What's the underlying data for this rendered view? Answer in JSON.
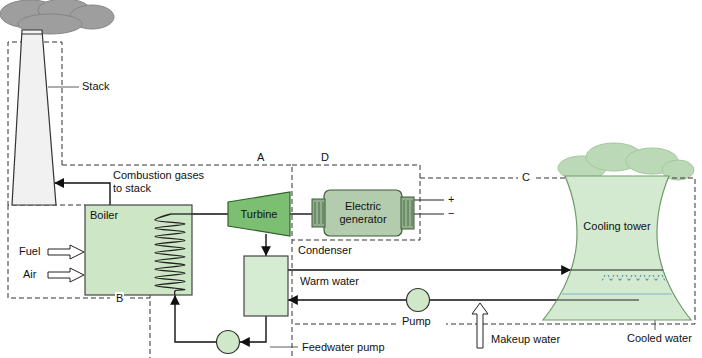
{
  "diagram": {
    "nodes": [
      {
        "text": [
          "Stack"
        ]
      },
      {
        "text": [
          "Boiler"
        ]
      },
      {
        "text": [
          "Turbine"
        ]
      },
      {
        "text": [
          "Electric generator"
        ]
      },
      {
        "text": [
          "Condenser"
        ]
      },
      {
        "text": [
          "Cooling tower"
        ]
      },
      {
        "text": [
          "Pump"
        ]
      },
      {
        "text": [
          "Feedwater pump"
        ]
      }
    ],
    "edges": [
      {
        "from": 1,
        "to": 0,
        "arrow": "to",
        "label": "Combustion gases to stack"
      },
      {
        "from": 1,
        "to": 2,
        "arrow": "none"
      },
      {
        "from": 2,
        "to": 3,
        "arrow": "none"
      },
      {
        "from": 2,
        "to": 4,
        "arrow": "to"
      },
      {
        "from": 4,
        "to": 5,
        "arrow": "to",
        "label": "Warm water"
      },
      {
        "from": 5,
        "to": 6,
        "arrow": "none"
      },
      {
        "from": 6,
        "to": 4,
        "arrow": "to"
      },
      {
        "from": 4,
        "to": 7,
        "arrow": "to"
      },
      {
        "from": 7,
        "to": 1,
        "arrow": "to"
      }
    ],
    "labels": [
      "A",
      "D",
      "C",
      "B",
      "Fuel",
      "Air",
      "+",
      "−",
      "Makeup water",
      "Cooled water"
    ]
  }
}
